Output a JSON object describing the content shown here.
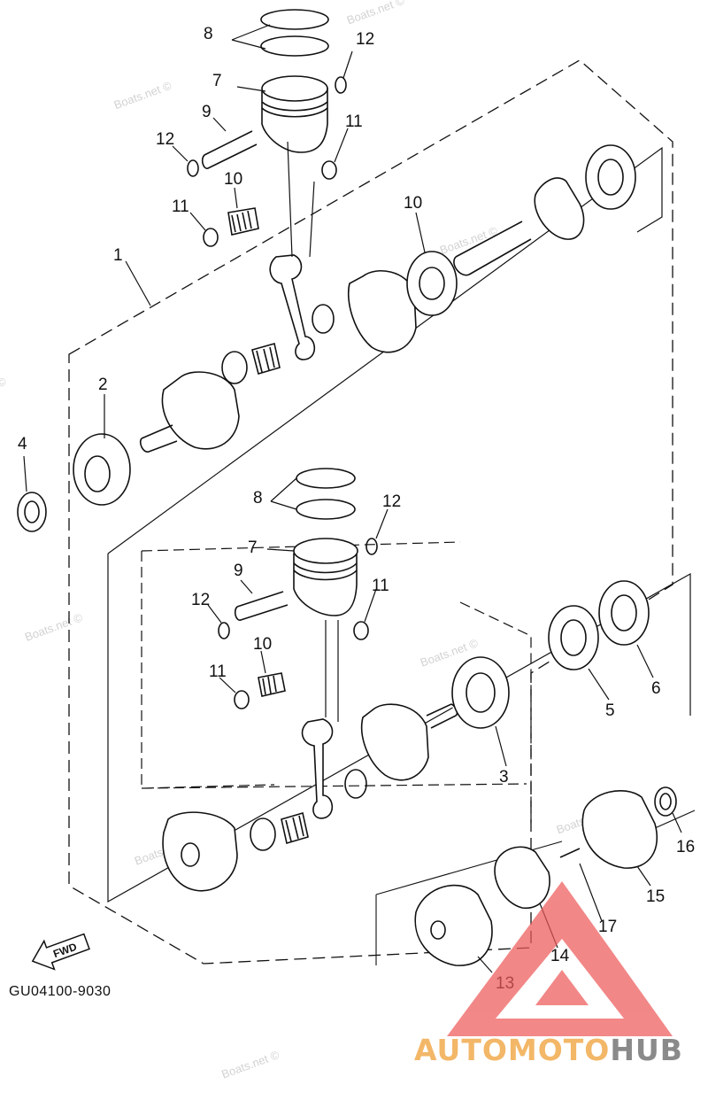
{
  "diagram_code": "GU04100-9030",
  "fwd_label": "FWD",
  "watermark_text": "Boats.net ©",
  "brand": {
    "part1": "AUTOMOTO",
    "part2": "HUB",
    "color1": "#f3b768",
    "color2": "#8a8a8a",
    "logo_color": "#ee5a5a"
  },
  "callouts": {
    "c1": "1",
    "c2": "2",
    "c3": "3",
    "c4": "4",
    "c5": "5",
    "c6": "6",
    "c7a": "7",
    "c7b": "7",
    "c8a": "8",
    "c8b": "8",
    "c9a": "9",
    "c9b": "9",
    "c10a": "10",
    "c10b": "10",
    "c10c": "10",
    "c11a": "11",
    "c11b": "11",
    "c11c": "11",
    "c11d": "11",
    "c12a": "12",
    "c12b": "12",
    "c12c": "12",
    "c12d": "12",
    "c13": "13",
    "c14": "14",
    "c15": "15",
    "c16": "16",
    "c17": "17"
  }
}
